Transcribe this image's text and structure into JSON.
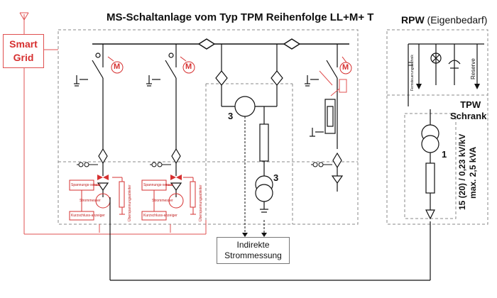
{
  "main_title": "MS-Schaltanlage vom Typ TPM Reihenfolge LL+M+ T",
  "rpw_title_bold": "RPW",
  "rpw_title_rest": " (Eigenbedarf)",
  "smart_grid_line1": "Smart",
  "smart_grid_line2": "Grid",
  "tpw_line1": "TPW",
  "tpw_line2": "Schrank",
  "motor_label": "M",
  "label_num_1": "1",
  "label_num_3a": "3",
  "label_num_3b": "3",
  "indirekte_line1": "Indirekte",
  "indirekte_line2": "Strommessung",
  "fernsteuerung": "Fernsteuerungstechnik",
  "reserve": "Reserve",
  "voltage_line": "15 (20) / 0,23 kV/kV",
  "power_line": "max. 2,5 kVA",
  "spannungssensor": "Spannungs-sensor",
  "strommesser": "Strommesser",
  "kurzschluss1": "Kurzschluss-anzeiger",
  "kurzschluss2": "Kurzschluss-anzeiger",
  "ueberspannung1": "Überspannungsableiter",
  "ueberspannung2": "Überspannungsableiter",
  "spannungssensor2": "Spannungs-sensor",
  "strommesser2": "Strommesser",
  "colors": {
    "red": "#d63030",
    "dark": "#111111",
    "dashed": "#777777"
  }
}
